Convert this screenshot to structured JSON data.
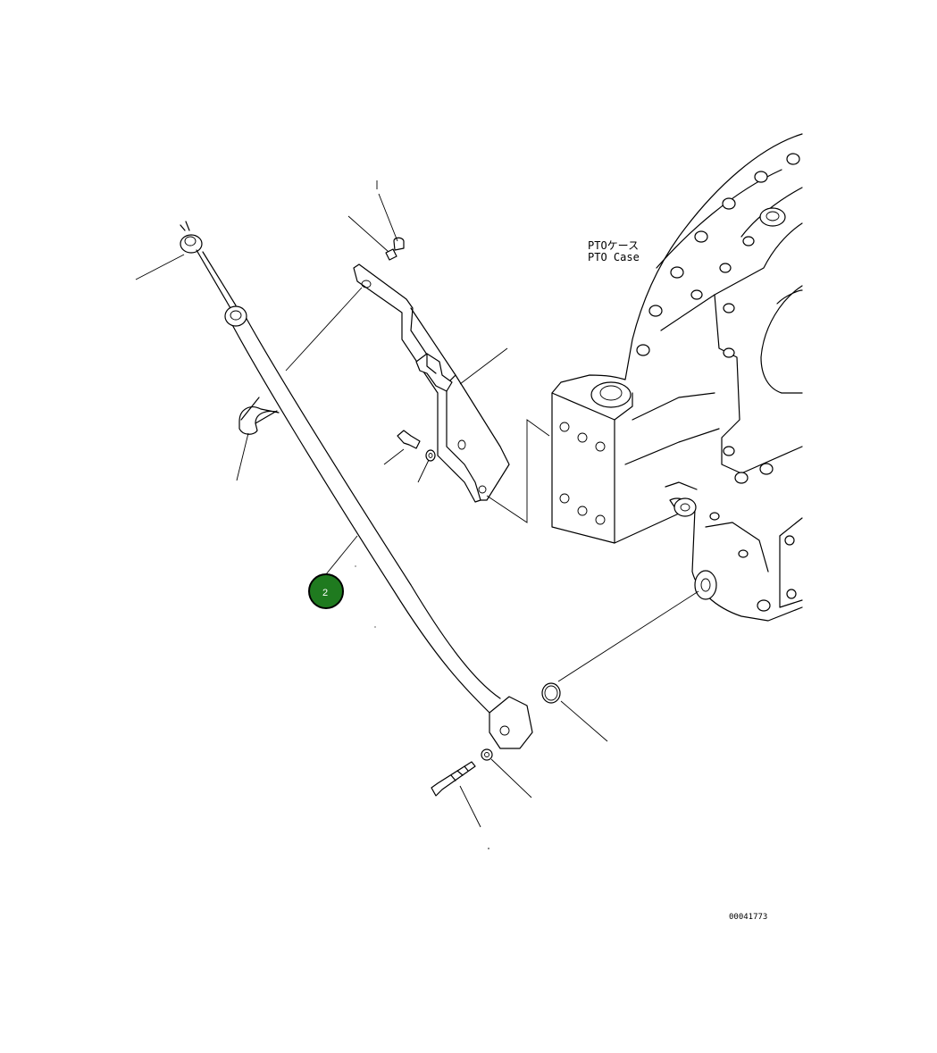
{
  "diagram": {
    "case_label_jp": "PTOケース",
    "case_label_en": "PTO Case",
    "drawing_number": "00041773",
    "callouts": [
      {
        "number": "2",
        "color": "#1f7a1f"
      }
    ]
  }
}
